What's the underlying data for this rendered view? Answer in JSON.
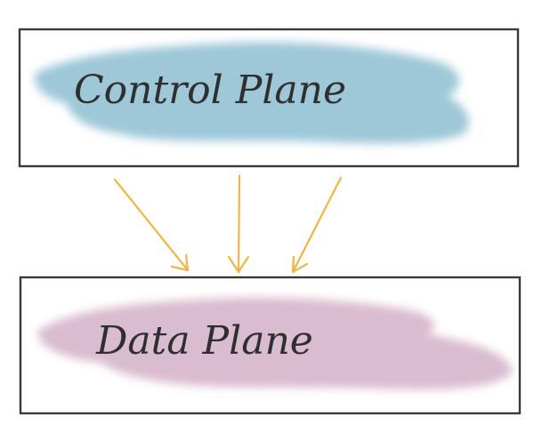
{
  "diagram": {
    "top_box": {
      "label": "Control Plane",
      "wash_color": "#9ec8d8"
    },
    "bottom_box": {
      "label": "Data Plane",
      "wash_color": "#d9bccf"
    },
    "arrow_color": "#f2b544",
    "outline_color": "#3a3a3a",
    "text_color": "#2f2f2f",
    "arrow_count": 3
  }
}
